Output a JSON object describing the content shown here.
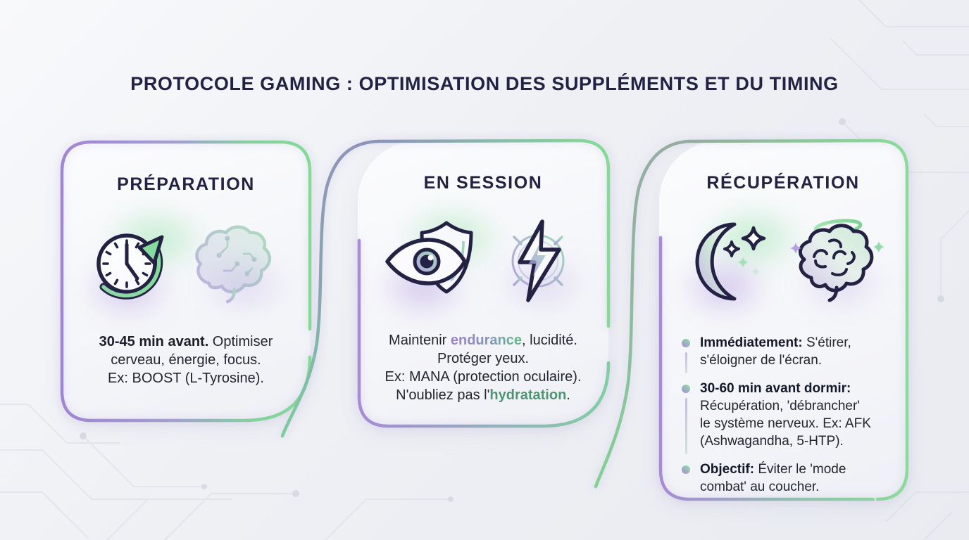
{
  "title": "PROTOCOLE GAMING : OPTIMISATION DES SUPPLÉMENTS ET DU TIMING",
  "colors": {
    "navy": "#232144",
    "accent_purple": "#a78ad8",
    "accent_green": "#82dc92",
    "accent_slate": "#8d94b9",
    "highlight_green": "#4e9673"
  },
  "cards": [
    {
      "id": "preparation",
      "title": "PRÉPARATION",
      "icons": [
        "clock-arrow-icon",
        "brain-circuit-icon"
      ],
      "body_bold": "30-45 min avant.",
      "body_rest": " Optimiser\ncerveau, énergie, focus.\nEx: BOOST (L-Tyrosine)."
    },
    {
      "id": "en-session",
      "title": "EN SESSION",
      "icons": [
        "eye-shield-icon",
        "lightning-icon"
      ],
      "line1_prefix": "Maintenir ",
      "line1_highlight": "endurance",
      "line2": ", lucidité.\nProtéger yeux.\nEx: MANA (protection oculaire).\nN'oubliez pas l'",
      "line2_highlight": "hydratation",
      "line2_end": "."
    },
    {
      "id": "recuperation",
      "title": "RÉCUPÉRATION",
      "icons": [
        "moon-stars-icon",
        "brain-halo-icon"
      ],
      "bullets": [
        {
          "lead": "Immédiatement:",
          "text": " S'étirer,\ns'éloigner de l'écran."
        },
        {
          "lead": "30-60 min avant dormir:",
          "text": "\nRécupération, 'débrancher'\nle système nerveux. Ex: AFK\n(Ashwagandha, 5-HTP)."
        },
        {
          "lead": "Objectif:",
          "text": " Éviter le 'mode\ncombat' au coucher."
        }
      ]
    }
  ]
}
